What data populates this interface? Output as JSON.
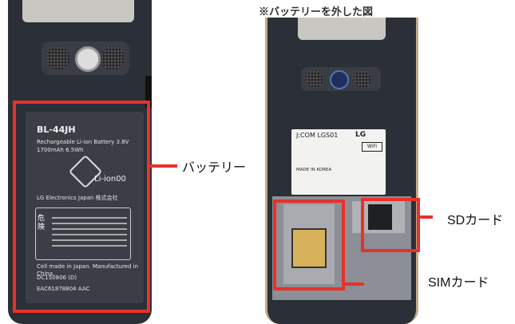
{
  "title": "※バッテリーを外した図",
  "labels": {
    "battery": "バッテリー",
    "sd_card": "SDカード",
    "sim_card": "SIMカード"
  },
  "battery_label": {
    "model": "BL-44JH",
    "line1": "Rechargeable Li-ion Battery 3.8V",
    "line2": "1700mAh 6.5Wh",
    "liion": "Li-ion00",
    "maker": "LG Electronics Japan 株式会社",
    "warning": "危険",
    "made_in": "Cell made in Japan. Manufactured in China.",
    "serial": "DC150806 (D)",
    "part_no": "EAC61878804 AAC"
  },
  "phone_label": {
    "model": "J:COM LGS01",
    "brand": "LG",
    "wifi": "WiFi",
    "made_in": "MADE IN KOREA"
  },
  "colors": {
    "accent": "#e8312a"
  }
}
